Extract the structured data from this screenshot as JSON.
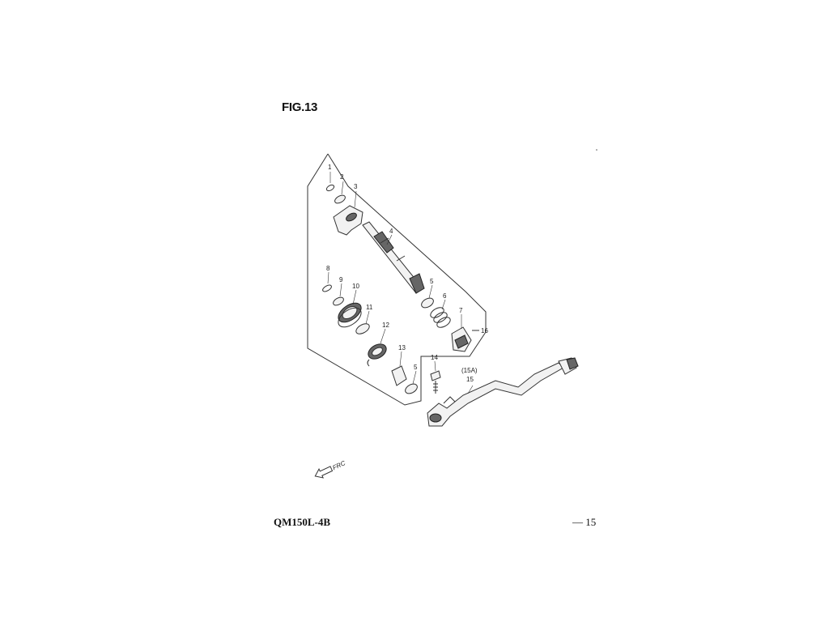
{
  "figure": {
    "title": "FIG.13",
    "model": "QM150L-4B",
    "page_number": "— 15",
    "direction_arrow_label": "FRC"
  },
  "callouts": [
    {
      "id": "c1",
      "label": "1"
    },
    {
      "id": "c2",
      "label": "2"
    },
    {
      "id": "c3",
      "label": "3"
    },
    {
      "id": "c4",
      "label": "4"
    },
    {
      "id": "c5a",
      "label": "5"
    },
    {
      "id": "c5b",
      "label": "5"
    },
    {
      "id": "c6",
      "label": "6"
    },
    {
      "id": "c7",
      "label": "7"
    },
    {
      "id": "c8",
      "label": "8"
    },
    {
      "id": "c9",
      "label": "9"
    },
    {
      "id": "c10",
      "label": "10"
    },
    {
      "id": "c11",
      "label": "11"
    },
    {
      "id": "c12",
      "label": "12"
    },
    {
      "id": "c13",
      "label": "13"
    },
    {
      "id": "c14",
      "label": "14"
    },
    {
      "id": "c15a",
      "label": "(15A)"
    },
    {
      "id": "c15",
      "label": "15"
    },
    {
      "id": "c16",
      "label": "16"
    }
  ]
}
